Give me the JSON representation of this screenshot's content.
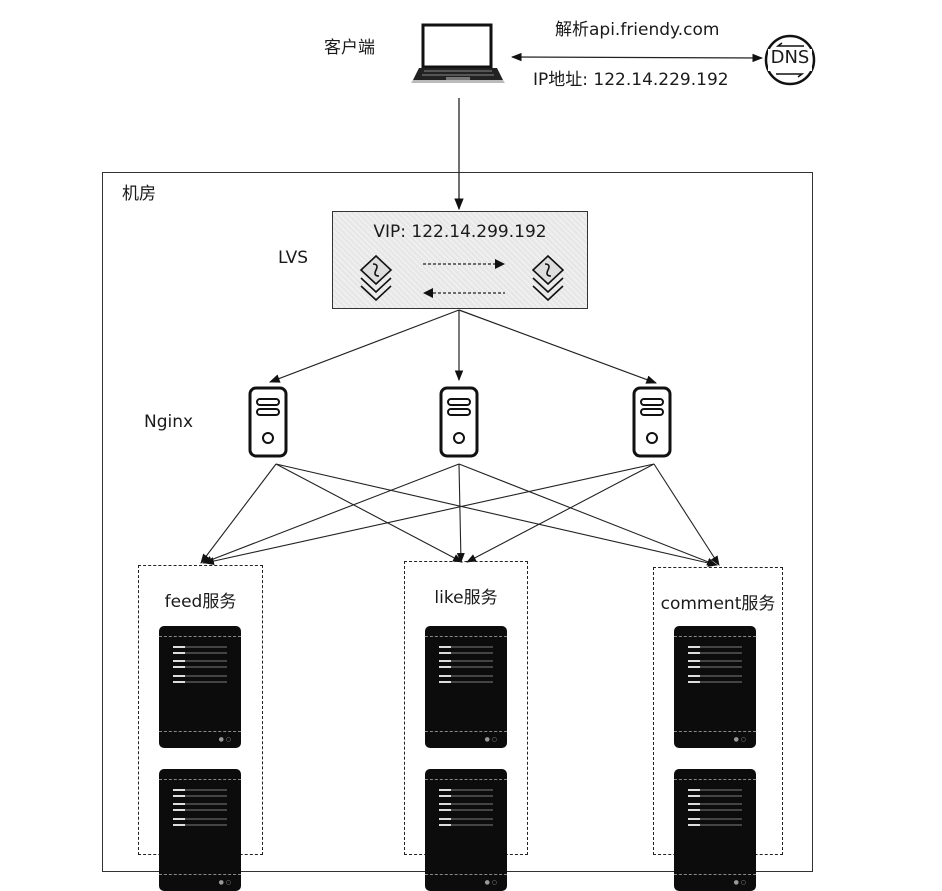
{
  "client": {
    "label": "客户端",
    "icon": "laptop-icon"
  },
  "dns": {
    "label": "DNS",
    "icon": "dns-icon",
    "request_label": "解析api.friendy.com",
    "response_label": "IP地址: 122.14.229.192"
  },
  "datacenter": {
    "label": "机房"
  },
  "lvs": {
    "label": "LVS",
    "vip_label": "VIP: 122.14.299.192",
    "icons": [
      "stack-layers-icon",
      "stack-layers-icon"
    ]
  },
  "nginx": {
    "label": "Nginx",
    "nodes": [
      {
        "name": "nginx-server-1",
        "icon": "server-tower-icon"
      },
      {
        "name": "nginx-server-2",
        "icon": "server-tower-icon"
      },
      {
        "name": "nginx-server-3",
        "icon": "server-tower-icon"
      }
    ]
  },
  "services": [
    {
      "label": "feed服务",
      "instances": 2
    },
    {
      "label": "like服务",
      "instances": 2
    },
    {
      "label": "comment服务",
      "instances": 2
    }
  ],
  "edges": [
    {
      "from": "client",
      "to": "dns",
      "style": "solid",
      "direction": "both"
    },
    {
      "from": "client",
      "to": "lvs",
      "style": "solid"
    },
    {
      "from": "lvs-left",
      "to": "lvs-right",
      "style": "dashed"
    },
    {
      "from": "lvs-right",
      "to": "lvs-left",
      "style": "dashed"
    },
    {
      "from": "lvs",
      "to": "nginx-server-1"
    },
    {
      "from": "lvs",
      "to": "nginx-server-2"
    },
    {
      "from": "lvs",
      "to": "nginx-server-3"
    },
    {
      "from": "nginx-server-1",
      "to": "feed服务"
    },
    {
      "from": "nginx-server-1",
      "to": "like服务"
    },
    {
      "from": "nginx-server-1",
      "to": "comment服务"
    },
    {
      "from": "nginx-server-2",
      "to": "feed服务"
    },
    {
      "from": "nginx-server-2",
      "to": "like服务"
    },
    {
      "from": "nginx-server-2",
      "to": "comment服务"
    },
    {
      "from": "nginx-server-3",
      "to": "feed服务"
    },
    {
      "from": "nginx-server-3",
      "to": "like服务"
    },
    {
      "from": "nginx-server-3",
      "to": "comment服务"
    }
  ]
}
